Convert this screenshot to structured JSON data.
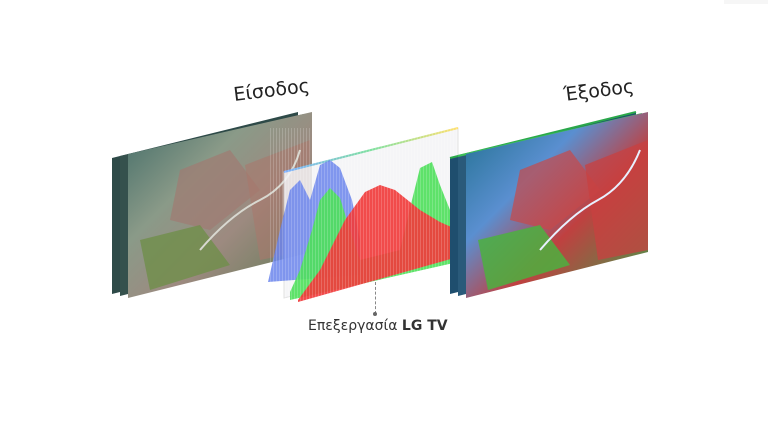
{
  "labels": {
    "input": "Είσοδος",
    "output": "Έξοδος",
    "processing_prefix": "Επεξεργασία ",
    "processing_brand": "LG TV"
  },
  "colors": {
    "histogram_red": "#f03c3c",
    "histogram_green": "#4ee05a",
    "histogram_blue": "#7f97ea",
    "text": "#222222",
    "background": "#ffffff"
  },
  "images": {
    "input_stack": "landscape-canyon-muted",
    "output_stack": "landscape-canyon-vivid",
    "processing_panel": "rgb-histogram"
  }
}
